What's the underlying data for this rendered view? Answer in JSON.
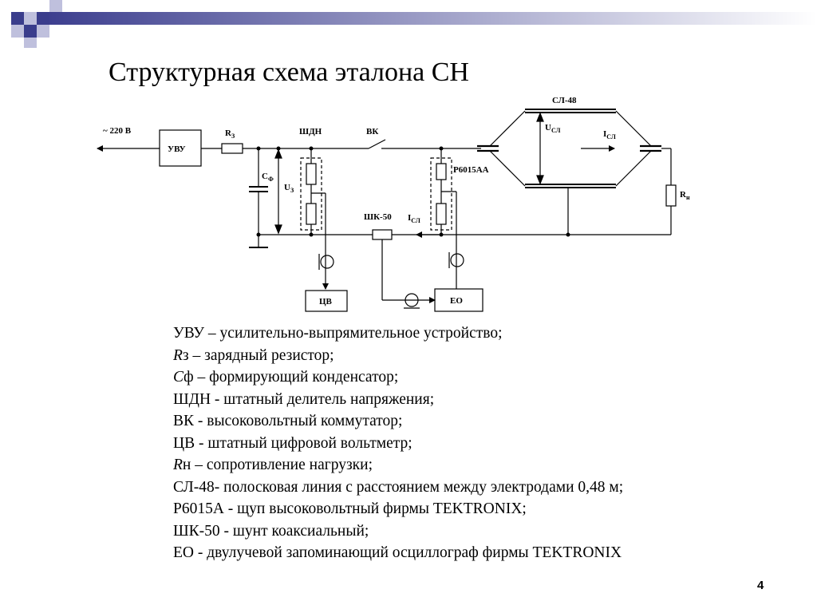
{
  "slide": {
    "title": "Структурная схема эталона СН",
    "page_number": "4"
  },
  "colors": {
    "header_gradient_start": "#3d3f8f",
    "header_gradient_end": "#ffffff",
    "square_dark": "#3a3d8c",
    "square_light": "#bfc0dd",
    "line": "#000000"
  },
  "diagram": {
    "labels": {
      "source": "~ 220 В",
      "uvu": "УВУ",
      "rz": "R",
      "rz_sub": "З",
      "shdn": "ШДН",
      "vk": "ВК",
      "cf": "С",
      "cf_sub": "Ф",
      "u3": "U",
      "u3_sub": "З",
      "sl48": "СЛ-48",
      "usl": "U",
      "usl_sub": "СЛ",
      "isl_top": "I",
      "isl_top_sub": "СЛ",
      "probe": "Р6015АА",
      "rn": "R",
      "rn_sub": "н",
      "shk50": "ШК-50",
      "isl_bottom": "I",
      "isl_bottom_sub": "СЛ",
      "cv": "ЦВ",
      "eo": "ЕО"
    }
  },
  "legend": [
    {
      "abbr": "",
      "text": "УВУ – усилительно-выпрямительное устройство;"
    },
    {
      "abbr": "R",
      "text": "з – зарядный резистор;"
    },
    {
      "abbr": "С",
      "text": "ф – формирующий конденсатор;"
    },
    {
      "abbr": "",
      "text": "ШДН - штатный делитель напряжения;"
    },
    {
      "abbr": "",
      "text": "ВК - высоковольтный коммутатор;"
    },
    {
      "abbr": "",
      "text": "ЦВ - штатный цифровой вольтметр;"
    },
    {
      "abbr": "R",
      "text": "н – сопротивление нагрузки;"
    },
    {
      "abbr": "",
      "text": "СЛ-48- полосковая линия с расстоянием между электродами 0,48  м;"
    },
    {
      "abbr": "",
      "text": "Р6015А - щуп высоковольтный фирмы TEKTRONIX;"
    },
    {
      "abbr": "",
      "text": "ШК-50 - шунт коаксиальный;"
    },
    {
      "abbr": "",
      "text": "ЕО - двулучевой запоминающий осциллограф фирмы TEKTRONIX"
    }
  ]
}
